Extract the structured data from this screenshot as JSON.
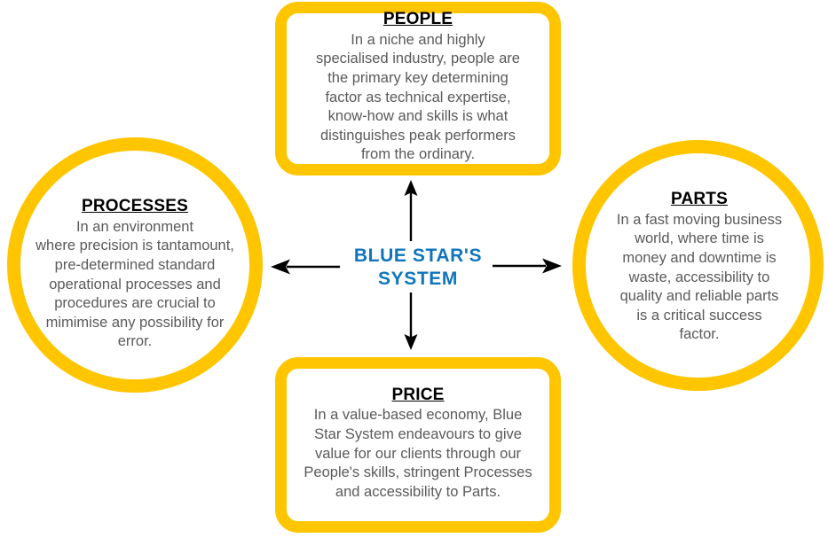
{
  "diagram": {
    "center": {
      "label": "BLUE STAR'S\nSYSTEM",
      "color": "#0f75bd"
    },
    "accent_color": "#FFC600",
    "body_text_color": "#5a5a5a",
    "title_color": "#000000",
    "nodes": [
      {
        "id": "people",
        "shape": "rounded-rectangle",
        "position": "top",
        "title": "PEOPLE",
        "body": "In a niche and highly\nspecialised industry, people are\nthe primary key determining\nfactor as technical expertise,\nknow-how and skills is what\ndistinguishes peak performers\nfrom the ordinary."
      },
      {
        "id": "processes",
        "shape": "circle",
        "position": "left",
        "title": "PROCESSES",
        "body": "In an environment\nwhere precision is tantamount,\npre-determined standard\noperational processes and\nprocedures are crucial to\nmimimise any possibility for\nerror."
      },
      {
        "id": "parts",
        "shape": "circle",
        "position": "right",
        "title": "PARTS",
        "body": "In a fast moving business\nworld, where time is\nmoney and downtime is\nwaste, accessibility to\nquality and reliable parts\nis a critical success\nfactor."
      },
      {
        "id": "price",
        "shape": "rounded-rectangle",
        "position": "bottom",
        "title": "PRICE",
        "body": "In a value-based economy,  Blue\nStar System endeavours to give\nvalue for our clients through our\nPeople's skills, stringent Processes\nand accessibility to Parts."
      }
    ],
    "arrows": [
      {
        "id": "up",
        "from": "center",
        "to": "people",
        "direction": "up"
      },
      {
        "id": "down",
        "from": "center",
        "to": "price",
        "direction": "down"
      },
      {
        "id": "left",
        "from": "center",
        "to": "processes",
        "direction": "left"
      },
      {
        "id": "right",
        "from": "center",
        "to": "parts",
        "direction": "right"
      }
    ]
  }
}
